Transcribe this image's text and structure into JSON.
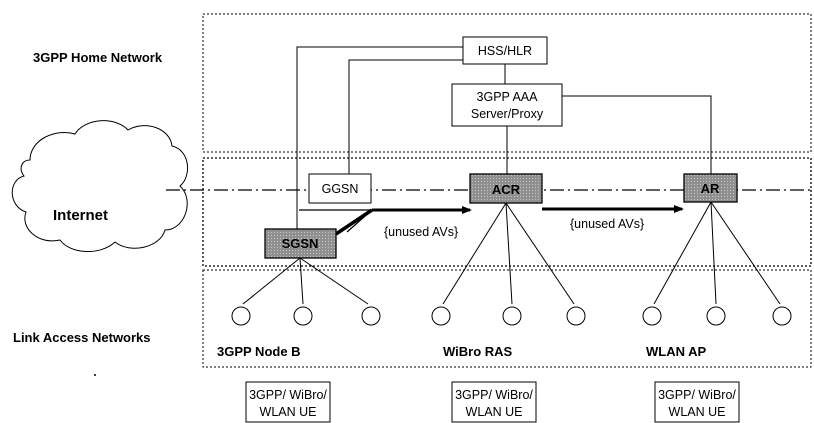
{
  "regions": {
    "home": "3GPP Home Network",
    "internet": "Internet",
    "access": "Link Access Networks"
  },
  "nodes": {
    "hss": "HSS/HLR",
    "aaa_line1": "3GPP AAA",
    "aaa_line2": "Server/Proxy",
    "ggsn": "GGSN",
    "sgsn": "SGSN",
    "acr": "ACR",
    "ar": "AR"
  },
  "edge_labels": {
    "sgsn_acr": "{unused AVs}",
    "acr_ar": "{unused AVs}"
  },
  "access_points": {
    "node_b": "3GPP Node B",
    "ras": "WiBro RAS",
    "ap": "WLAN AP"
  },
  "ue_boxes": [
    {
      "line1": "3GPP/ WiBro/",
      "line2": "WLAN UE"
    },
    {
      "line1": "3GPP/ WiBro/",
      "line2": "WLAN UE"
    },
    {
      "line1": "3GPP/ WiBro/",
      "line2": "WLAN UE"
    }
  ],
  "colors": {
    "shaded_node": "#9c9c9c",
    "line": "#000000"
  }
}
